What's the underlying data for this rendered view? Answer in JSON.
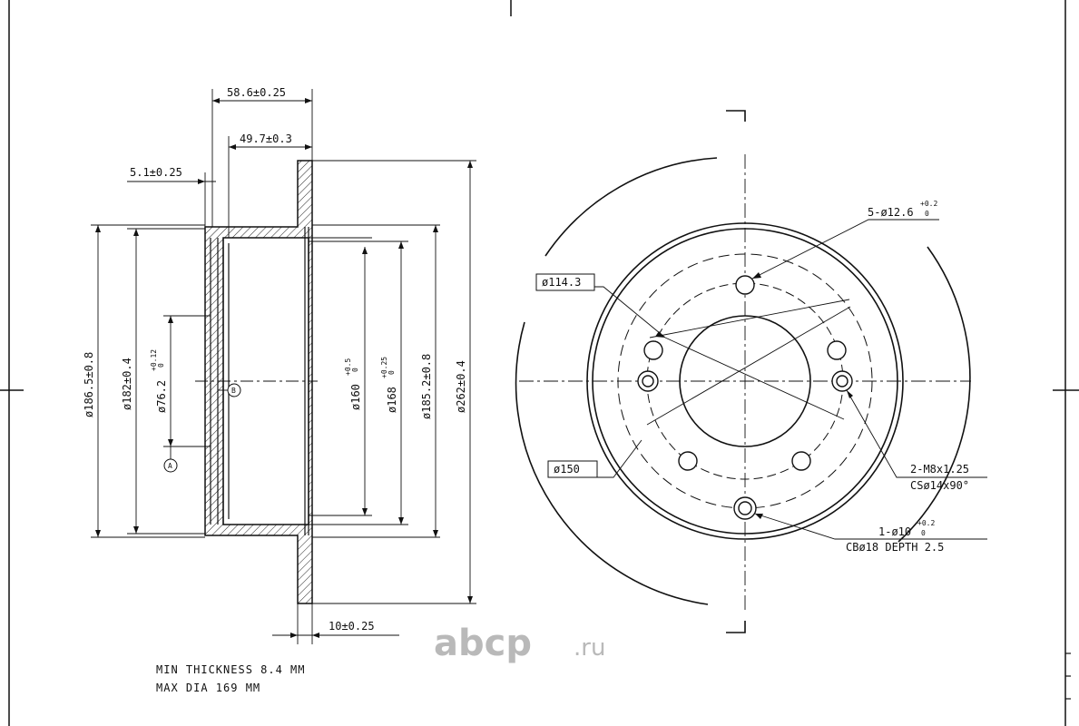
{
  "side_view": {
    "dims": {
      "overall_height": "58.6±0.25",
      "hat_depth": "49.7±0.3",
      "flange_thickness": "5.1±0.25",
      "disc_thickness": "10±0.25",
      "dia_186_5": "ø186.5±0.8",
      "dia_182": "ø182±0.4",
      "dia_76_2": "ø76.2",
      "dia_76_2_tol_upper": "+0.12",
      "dia_76_2_tol_lower": "0",
      "dia_160": "ø160",
      "dia_160_tol_upper": "+0.5",
      "dia_160_tol_lower": "0",
      "dia_168": "ø168",
      "dia_168_tol_upper": "+0.25",
      "dia_168_tol_lower": "0",
      "dia_185_2": "ø185.2±0.8",
      "dia_262": "ø262±0.4"
    },
    "datum_a": "A",
    "datum_b": "B"
  },
  "front_view": {
    "dims": {
      "bolt_circle": "ø114.3",
      "pilot_circle": "ø150",
      "stud_holes": "5-ø12.6",
      "stud_holes_tol_upper": "+0.2",
      "stud_holes_tol_lower": "0",
      "threaded_holes": "2-M8x1.25",
      "threaded_holes_cs": "CSø14x90°",
      "locator_hole": "1-ø10",
      "locator_hole_tol_upper": "+0.2",
      "locator_hole_tol_lower": "0",
      "locator_hole_cb": "CBø18 DEPTH 2.5"
    }
  },
  "notes": {
    "min_thickness": "MIN THICKNESS 8.4 MM",
    "max_dia": "MAX DIA 169 MM"
  },
  "watermark": {
    "brand": "abcp",
    "suffix": ".ru"
  }
}
